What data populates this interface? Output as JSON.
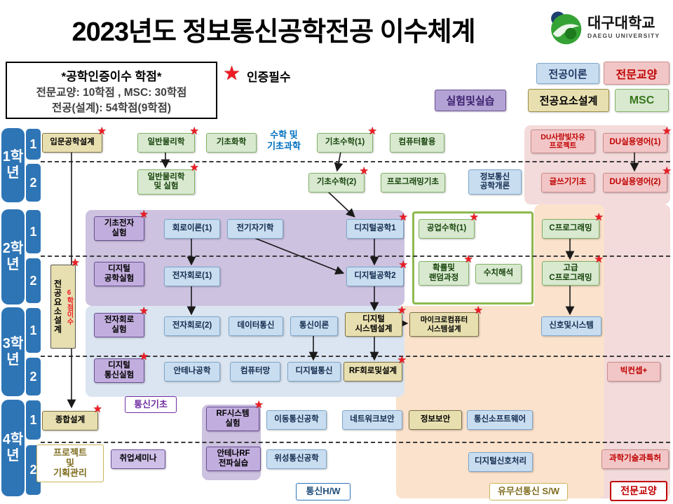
{
  "header": {
    "title": "2023년도 정보통신공학전공 이수체계",
    "university": "대구대학교",
    "university_en": "DAEGU UNIVERSITY"
  },
  "info_box": {
    "line1": "*공학인증이수 학점*",
    "line2": "전문교양: 10학점 , MSC: 30학점",
    "line3": "전공(설계): 54학점(9학점)"
  },
  "star_legend": {
    "label": "인증필수"
  },
  "legend": {
    "major_theory": "전공이론",
    "general_education": "전문교양",
    "lab_practice": "실험및실습",
    "major_element_design": "전공요소설계",
    "msc": "MSC"
  },
  "years": [
    {
      "label": "1학\n년",
      "s1": "1",
      "s2": "2"
    },
    {
      "label": "2학\n년",
      "s1": "1",
      "s2": "2"
    },
    {
      "label": "3학\n년",
      "s1": "1",
      "s2": "2"
    },
    {
      "label": "4학\n년",
      "s1": "1",
      "s2": "2"
    }
  ],
  "labels": {
    "math_basic_science": "수학 및\n기초과학",
    "comm_basics": "통신기초",
    "comm_hw": "통신H/W",
    "wire_wireless_sw": "유무선통신 S/W",
    "general_edu_bottom": "전문교양"
  },
  "courses": {
    "intro_eng_design": "입문공학설계",
    "gen_physics": "일반물리학",
    "basic_chem": "기초화학",
    "basic_math1": "기초수학(1)",
    "computer_util": "컴퓨터활용",
    "du_love_project": "DU사랑빛자유\n프로젝트",
    "du_english1": "DU실용영어(1)",
    "gen_physics_lab": "일반물리학\n및 실험",
    "basic_math2": "기초수학(2)",
    "prog_basics": "프로그래밍기초",
    "intro_ict": "정보통신\n공학개론",
    "writing_basics": "글쓰기기초",
    "du_english2": "DU실용영어(2)",
    "basic_elec_lab": "기초전자\n실험",
    "circuit_theory1": "회로이론(1)",
    "electromagnetics": "전기자기학",
    "digital_eng1": "디지털공학1",
    "eng_math1": "공업수학(1)",
    "c_prog": "C프로그래밍",
    "digital_eng_lab": "디지털\n공학실험",
    "elec_circuit1": "전자회로(1)",
    "digital_eng2": "디지털공학2",
    "prob_random": "확률및\n랜덤과정",
    "numerical": "수치해석",
    "adv_c_prog": "고급\nC프로그래밍",
    "major_element_design": "전공요소설계",
    "credit_note": "6학점이수",
    "elec_circuit_lab": "전자회로\n실험",
    "elec_circuit2": "전자회로(2)",
    "data_comm": "데이터통신",
    "comm_theory": "통신이론",
    "digital_sys_design": "디지털\n시스템설계",
    "micro_sys_design": "마이크로컴퓨터\n시스템설계",
    "signals_systems": "신호및시스템",
    "digital_comm_lab": "디지털\n통신실험",
    "antenna_eng": "안테나공학",
    "computer_net": "컴퓨터망",
    "digital_comm": "디지털통신",
    "rf_circuit_design": "RF회로및설계",
    "big_concept": "빅컨셉+",
    "capstone": "종합설계",
    "rf_sys_lab": "RF시스템\n실험",
    "mobile_comm": "이동통신공학",
    "network_security": "네트워크보안",
    "info_security": "정보보안",
    "comm_software": "통신소프트웨어",
    "project_mgmt": "프로젝트\n및\n기획관리",
    "job_seminar": "취업세미나",
    "antenna_rf_practice": "안테나RF\n전파실습",
    "satellite_comm": "위성통신공학",
    "dsp": "디지털신호처리",
    "sci_tech_patent": "과학기술과특허"
  },
  "icons": {
    "required_star": "★"
  },
  "colors": {
    "accent_blue": "#2e75b6",
    "required_red": "#ee1c25",
    "major_theory_fill": "#c9ddf0",
    "general_edu_fill": "#f2c6c6",
    "lab_fill": "#c2aede",
    "design_fill": "#e8dfb0",
    "msc_fill": "#d8e9d0"
  }
}
